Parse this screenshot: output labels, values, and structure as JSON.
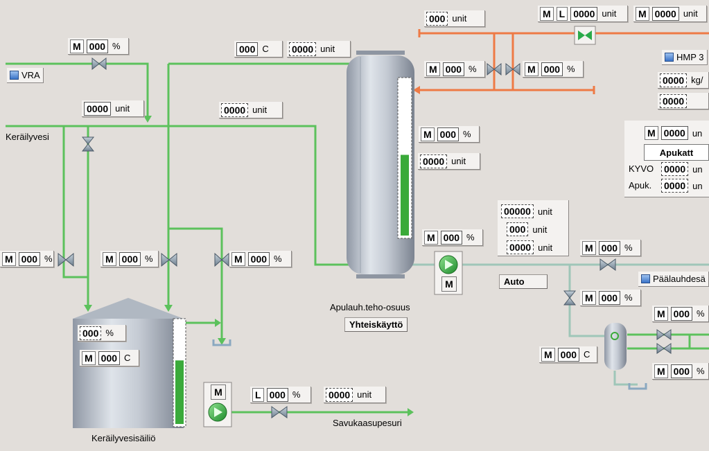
{
  "labels": {
    "vra": "VRA",
    "keraily_vesi": "Keräilyvesi",
    "apulauh_teho": "Apulauh.teho-osuus",
    "yhteiskaytto": "Yhteiskäyttö",
    "savukaasupesuri": "Savukaasupesuri",
    "tank": "Keräilyvesisäiliö",
    "hmp": "HMP 3",
    "paalauhdes": "Päälauhdesä",
    "auto": "Auto",
    "apukatt": "Apukatt",
    "kyvo": "KYVO",
    "apuk": "Apuk."
  },
  "modes": {
    "m": "M",
    "l": "L"
  },
  "units": {
    "unit": "unit",
    "pct": "%",
    "c": "C",
    "kg": "kg/",
    "un": "un"
  },
  "values": {
    "v000": "000",
    "v0000": "0000",
    "v00000": "00000"
  },
  "colors": {
    "green_pipe": "#5cc15c",
    "orange_pipe": "#ee7a45",
    "grey_pipe": "#9fc6b8",
    "vessel": "#b9c1cb",
    "level_fill": "#3aaa3a"
  },
  "levels": {
    "column_level": 0.52,
    "tank_level": 0.62
  }
}
